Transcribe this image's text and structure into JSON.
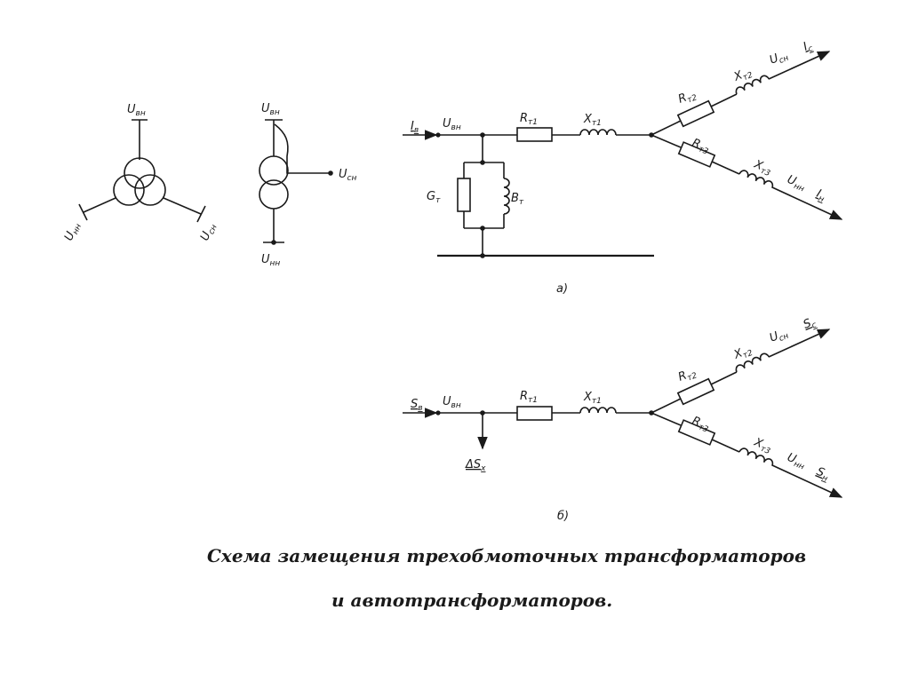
{
  "symbol_a": {
    "top_label": "U",
    "top_sub": "вн",
    "left_label": "U",
    "left_sub": "нн",
    "right_label": "U",
    "right_sub": "сн"
  },
  "symbol_b": {
    "top_label": "U",
    "top_sub": "вн",
    "right_label": "U",
    "right_sub": "сн",
    "bottom_label": "U",
    "bottom_sub": "нн"
  },
  "circuit_a": {
    "input_label": "I",
    "input_sub": "в",
    "node_label": "U",
    "node_sub": "вн",
    "r1_label": "R",
    "r1_sub": "т1",
    "x1_label": "X",
    "x1_sub": "т1",
    "r2_label": "R",
    "r2_sub": "т2",
    "r3_label": "R",
    "r3_sub": "т3",
    "x2_label": "X",
    "x2_sub": "т2",
    "x3_label": "X",
    "x3_sub": "т3",
    "u_sn_label": "U",
    "u_sn_sub": "сн",
    "u_nn_label": "U",
    "u_nn_sub": "нн",
    "out_top_label": "I",
    "out_top_sub": "с",
    "out_bot_label": "I",
    "out_bot_sub": "н",
    "g_label": "G",
    "g_sub": "т",
    "b_label": "B",
    "b_sub": "т",
    "figure_label": "а)"
  },
  "circuit_b": {
    "input_label": "S",
    "input_sub": "в",
    "node_label": "U",
    "node_sub": "вн",
    "r1_label": "R",
    "r1_sub": "т1",
    "x1_label": "X",
    "x1_sub": "т1",
    "r2_label": "R",
    "r2_sub": "т2",
    "r3_label": "R",
    "r3_sub": "т3",
    "x2_label": "X",
    "x2_sub": "т2",
    "x3_label": "X",
    "x3_sub": "т3",
    "u_sn_label": "U",
    "u_sn_sub": "сн",
    "u_nn_label": "U",
    "u_nn_sub": "нн",
    "out_top_label": "S",
    "out_top_sub": "с",
    "out_bot_label": "S",
    "out_bot_sub": "н",
    "loss_label": "ΔS",
    "loss_sub": "x",
    "figure_label": "б)"
  },
  "caption": {
    "line1": "Схема замещения трехобмоточных трансформаторов",
    "line2": "и автотрансформаторов."
  }
}
